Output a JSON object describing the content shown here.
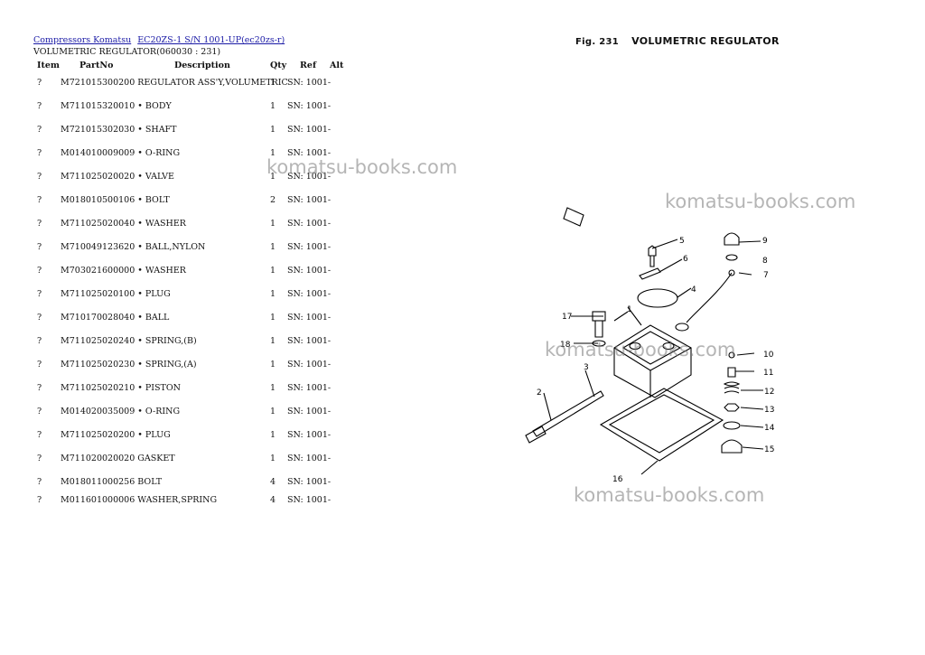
{
  "breadcrumb": {
    "link1": "Compressors Komatsu",
    "link2": "EC20ZS-1 S/N 1001-UP(ec20zs-r)"
  },
  "subtitle": "VOLUMETRIC REGULATOR(060030 : 231)",
  "headers": {
    "item": "Item",
    "partno": "PartNo",
    "description": "Description",
    "qty": "Qty",
    "ref": "Ref",
    "alt": "Alt"
  },
  "rows": [
    {
      "item": "?",
      "part": "M721015300200 REGULATOR ASS'Y,VOLUMETRIC",
      "qty": "1",
      "ref": "SN: 1001-"
    },
    {
      "item": "?",
      "part": "M711015320010 • BODY",
      "qty": "1",
      "ref": "SN: 1001-"
    },
    {
      "item": "?",
      "part": "M721015302030 • SHAFT",
      "qty": "1",
      "ref": "SN: 1001-"
    },
    {
      "item": "?",
      "part": "M014010009009 • O-RING",
      "qty": "1",
      "ref": "SN: 1001-"
    },
    {
      "item": "?",
      "part": "M711025020020 • VALVE",
      "qty": "1",
      "ref": "SN: 1001-"
    },
    {
      "item": "?",
      "part": "M018010500106 • BOLT",
      "qty": "2",
      "ref": "SN: 1001-"
    },
    {
      "item": "?",
      "part": "M711025020040 • WASHER",
      "qty": "1",
      "ref": "SN: 1001-"
    },
    {
      "item": "?",
      "part": "M710049123620 • BALL,NYLON",
      "qty": "1",
      "ref": "SN: 1001-"
    },
    {
      "item": "?",
      "part": "M703021600000 • WASHER",
      "qty": "1",
      "ref": "SN: 1001-"
    },
    {
      "item": "?",
      "part": "M711025020100 • PLUG",
      "qty": "1",
      "ref": "SN: 1001-"
    },
    {
      "item": "?",
      "part": "M710170028040 • BALL",
      "qty": "1",
      "ref": "SN: 1001-"
    },
    {
      "item": "?",
      "part": "M711025020240 • SPRING,(B)",
      "qty": "1",
      "ref": "SN: 1001-"
    },
    {
      "item": "?",
      "part": "M711025020230 • SPRING,(A)",
      "qty": "1",
      "ref": "SN: 1001-"
    },
    {
      "item": "?",
      "part": "M711025020210 • PISTON",
      "qty": "1",
      "ref": "SN: 1001-"
    },
    {
      "item": "?",
      "part": "M014020035009 • O-RING",
      "qty": "1",
      "ref": "SN: 1001-"
    },
    {
      "item": "?",
      "part": "M711025020200 • PLUG",
      "qty": "1",
      "ref": "SN: 1001-"
    },
    {
      "item": "?",
      "part": "M711020020020 GASKET",
      "qty": "1",
      "ref": "SN: 1001-"
    },
    {
      "item": "?",
      "part": "M018011000256 BOLT",
      "qty": "4",
      "ref": "SN: 1001-"
    },
    {
      "item": "?",
      "part": "M011601000006 WASHER,SPRING",
      "qty": "4",
      "ref": "SN: 1001-"
    }
  ],
  "figure": {
    "fig_label": "Fig. 231",
    "title": "VOLUMETRIC REGULATOR"
  },
  "watermark": "komatsu-books.com",
  "callouts": [
    "1",
    "2",
    "3",
    "4",
    "5",
    "6",
    "7",
    "8",
    "9",
    "10",
    "11",
    "12",
    "13",
    "14",
    "15",
    "16",
    "17",
    "18"
  ]
}
